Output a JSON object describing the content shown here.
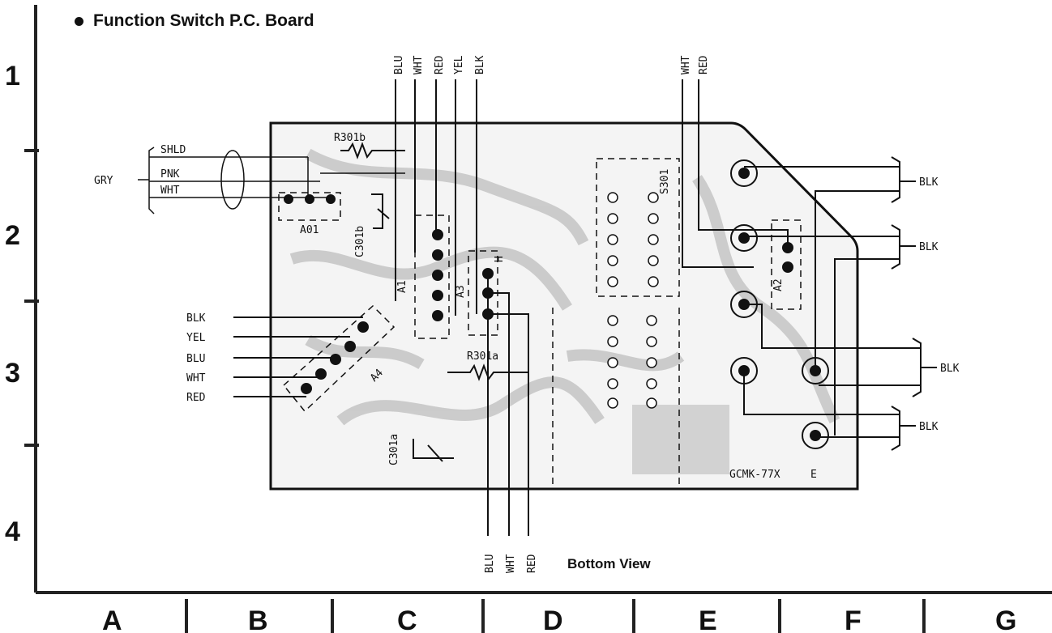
{
  "title": "Function Switch P.C. Board",
  "bottom_view": "Bottom View",
  "board_id": "GCMK-77X",
  "row_labels": [
    "1",
    "2",
    "3",
    "4"
  ],
  "col_labels": [
    "A",
    "B",
    "C",
    "D",
    "E",
    "F",
    "G"
  ],
  "left_cable": {
    "group": "GRY",
    "wires": [
      "SHLD",
      "PNK",
      "WHT"
    ]
  },
  "left_wires": [
    "BLK",
    "YEL",
    "BLU",
    "WHT",
    "RED"
  ],
  "top_wires_left": [
    "BLU",
    "WHT",
    "RED",
    "YEL",
    "BLK"
  ],
  "top_wires_right": [
    "WHT",
    "RED"
  ],
  "bottom_wires": [
    "BLU",
    "WHT",
    "RED"
  ],
  "right_wires": [
    "BLK",
    "BLK",
    "BLK",
    "BLK"
  ],
  "components": {
    "r_b": "R301b",
    "r_a": "R301a",
    "c_b": "C301b",
    "c_a": "C301a",
    "switch": "S301",
    "a01": "A01",
    "a1": "A1",
    "a2": "A2",
    "a3": "A3",
    "a4": "A4",
    "e": "E",
    "h": "H"
  }
}
